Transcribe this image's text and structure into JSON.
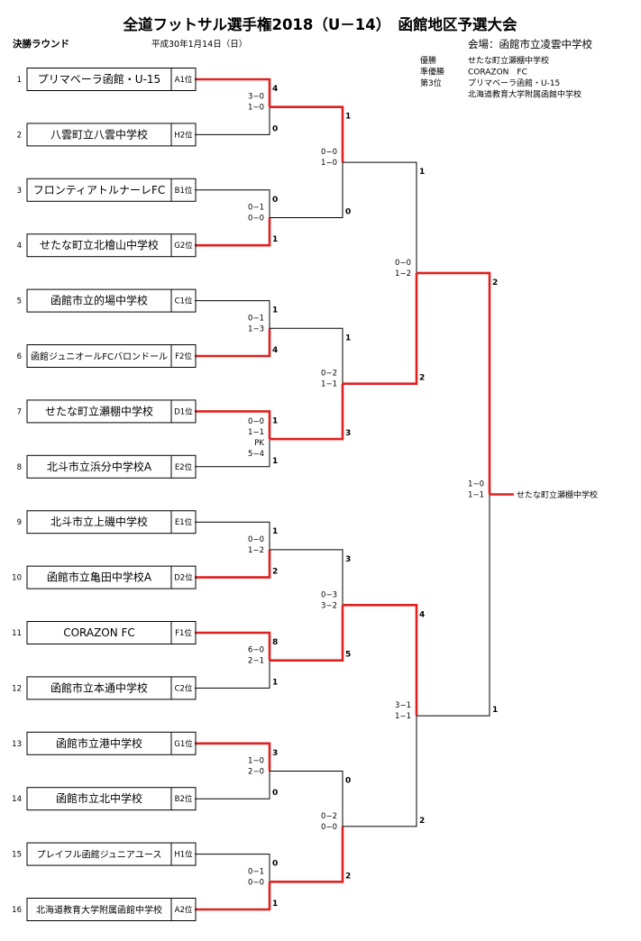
{
  "header": {
    "title": "全道フットサル選手権2018（U－14）　函館地区予選大会",
    "round": "決勝ラウンド",
    "date": "平成30年1月14日（日）",
    "venue": "会場：函館市立凌雲中学校"
  },
  "results": [
    {
      "label": "優勝",
      "value": "せたな町立瀬棚中学校"
    },
    {
      "label": "準優勝",
      "value": "CORAZON　FC"
    },
    {
      "label": "第3位",
      "value": "プリマベーラ函館・U-15"
    },
    {
      "label": "",
      "value": "北海道教育大学附属函館中学校"
    }
  ],
  "teams": [
    {
      "num": "1",
      "name": "プリマベーラ函館・U-15",
      "seed": "A1位"
    },
    {
      "num": "2",
      "name": "八雲町立八雲中学校",
      "seed": "H2位"
    },
    {
      "num": "3",
      "name": "フロンティアトルナーレFC",
      "seed": "B1位"
    },
    {
      "num": "4",
      "name": "せたな町立北檜山中学校",
      "seed": "G2位"
    },
    {
      "num": "5",
      "name": "函館市立的場中学校",
      "seed": "C1位"
    },
    {
      "num": "6",
      "name": "函館ジュニオールFCバロンドール",
      "seed": "F2位"
    },
    {
      "num": "7",
      "name": "せたな町立瀬棚中学校",
      "seed": "D1位"
    },
    {
      "num": "8",
      "name": "北斗市立浜分中学校A",
      "seed": "E2位"
    },
    {
      "num": "9",
      "name": "北斗市立上磯中学校",
      "seed": "E1位"
    },
    {
      "num": "10",
      "name": "函館市立亀田中学校A",
      "seed": "D2位"
    },
    {
      "num": "11",
      "name": "CORAZON FC",
      "seed": "F1位"
    },
    {
      "num": "12",
      "name": "函館市立本通中学校",
      "seed": "C2位"
    },
    {
      "num": "13",
      "name": "函館市立港中学校",
      "seed": "G1位"
    },
    {
      "num": "14",
      "name": "函館市立北中学校",
      "seed": "B2位"
    },
    {
      "num": "15",
      "name": "プレイフル函館ジュニアユース",
      "seed": "H1位"
    },
    {
      "num": "16",
      "name": "北海道教育大学附属函館中学校",
      "seed": "A2位"
    }
  ],
  "rounds": [
    [
      {
        "top": "4",
        "bottom": "0",
        "winner": "top",
        "scores": [
          "3−0",
          "1−0"
        ]
      },
      {
        "top": "0",
        "bottom": "1",
        "winner": "bottom",
        "scores": [
          "0−1",
          "0−0"
        ]
      },
      {
        "top": "1",
        "bottom": "4",
        "winner": "bottom",
        "scores": [
          "0−1",
          "1−3"
        ]
      },
      {
        "top": "1",
        "bottom": "1",
        "winner": "top",
        "scores": [
          "0−0",
          "1−1",
          "PK",
          "5−4"
        ]
      },
      {
        "top": "1",
        "bottom": "2",
        "winner": "bottom",
        "scores": [
          "0−0",
          "1−2"
        ]
      },
      {
        "top": "8",
        "bottom": "1",
        "winner": "top",
        "scores": [
          "6−0",
          "2−1"
        ]
      },
      {
        "top": "3",
        "bottom": "0",
        "winner": "top",
        "scores": [
          "1−0",
          "2−0"
        ]
      },
      {
        "top": "0",
        "bottom": "1",
        "winner": "bottom",
        "scores": [
          "0−1",
          "0−0"
        ]
      }
    ],
    [
      {
        "top": "1",
        "bottom": "0",
        "winner": "top",
        "scores": [
          "0−0",
          "1−0"
        ]
      },
      {
        "top": "1",
        "bottom": "3",
        "winner": "bottom",
        "scores": [
          "0−2",
          "1−1"
        ]
      },
      {
        "top": "3",
        "bottom": "5",
        "winner": "bottom",
        "scores": [
          "0−3",
          "3−2"
        ]
      },
      {
        "top": "0",
        "bottom": "2",
        "winner": "bottom",
        "scores": [
          "0−2",
          "0−0"
        ]
      }
    ],
    [
      {
        "top": "1",
        "bottom": "2",
        "winner": "bottom",
        "scores": [
          "0−0",
          "1−2"
        ]
      },
      {
        "top": "4",
        "bottom": "2",
        "winner": "top",
        "scores": [
          "3−1",
          "1−1"
        ]
      }
    ],
    [
      {
        "top": "2",
        "bottom": "1",
        "winner": "top",
        "scores": [
          "1−0",
          "1−1"
        ]
      }
    ]
  ],
  "champion": "せたな町立瀬棚中学校",
  "colors": {
    "winner_line": "#e0201e",
    "line": "#000000"
  }
}
